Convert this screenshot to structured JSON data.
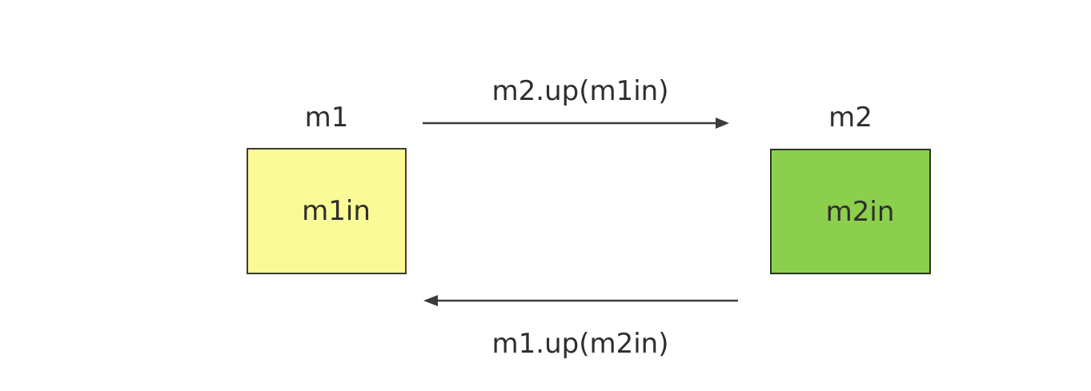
{
  "canvas": {
    "background": "#ffffff"
  },
  "colors": {
    "arrow": "#3c3c3c",
    "text": "#2e2e2e"
  },
  "modules": [
    {
      "id": "m1",
      "title": "m1",
      "inner_label": "m1in",
      "fill": "#fafa96",
      "border_color": "#3c3c34"
    },
    {
      "id": "m2",
      "title": "m2",
      "inner_label": "m2in",
      "fill": "#8ccf4d",
      "border_color": "#2c381c"
    }
  ],
  "arrows": [
    {
      "id": "top",
      "label": "m2.up(m1in)",
      "from": "m1",
      "to": "m2",
      "direction": "right"
    },
    {
      "id": "bottom",
      "label": "m1.up(m2in)",
      "from": "m2",
      "to": "m1",
      "direction": "left"
    }
  ]
}
